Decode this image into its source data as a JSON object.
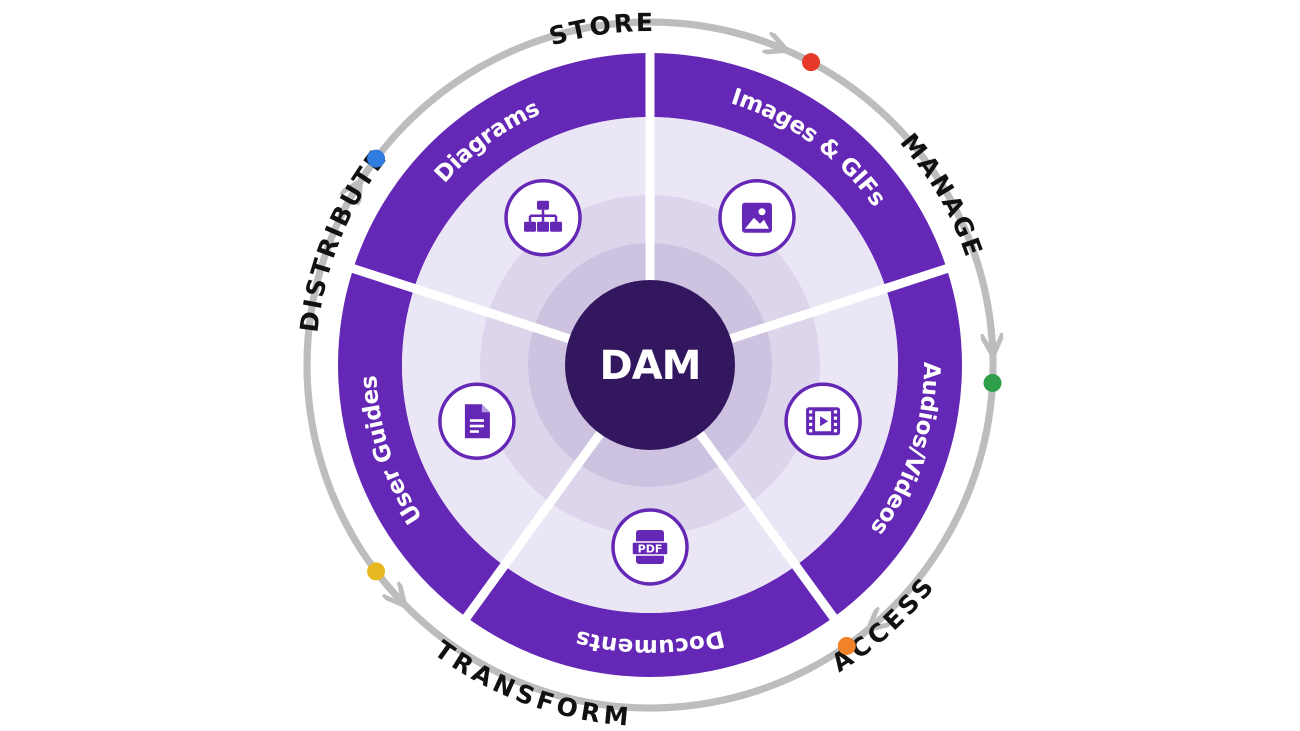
{
  "diagram": {
    "center_label": "DAM",
    "lifecycle": [
      {
        "label": "STORE"
      },
      {
        "label": "MANAGE"
      },
      {
        "label": "ACCESS"
      },
      {
        "label": "TRANSFORM"
      },
      {
        "label": "DISTRIBUTE"
      }
    ],
    "asset_types": [
      {
        "label": "Images & GIFs",
        "icon": "image-icon"
      },
      {
        "label": "Audios/Videos",
        "icon": "video-icon"
      },
      {
        "label": "Documents",
        "icon": "pdf-icon"
      },
      {
        "label": "User Guides",
        "icon": "document-icon"
      },
      {
        "label": "Diagrams",
        "icon": "hierarchy-icon"
      }
    ],
    "dot_colors": [
      "#e53a2a",
      "#2e9e48",
      "#f0822a",
      "#e8b820",
      "#2f7de1"
    ],
    "colors": {
      "segment": "#6527b5",
      "inner_light": "#ebe6f5",
      "ring_mid": "#ddd5ec",
      "ring_inner": "#cdc3e0",
      "center": "#32165e",
      "icon_circle_border": "#6527b5",
      "arrow": "#bdbdbd"
    }
  }
}
